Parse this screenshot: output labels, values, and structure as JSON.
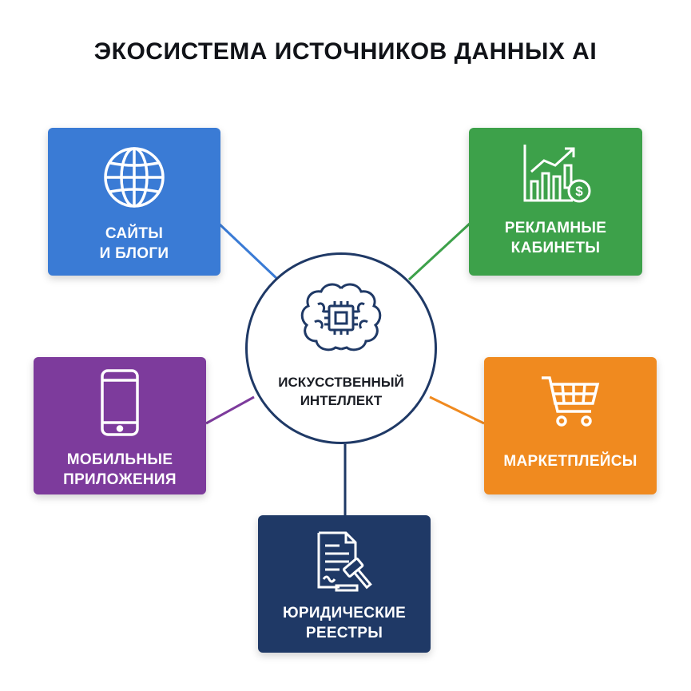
{
  "title": "ЭКОСИСТЕМА ИСТОЧНИКОВ ДАННЫХ AI",
  "hub": {
    "label": [
      "ИСКУССТВЕННЫЙ",
      "ИНТЕЛЛЕКТ"
    ],
    "icon": "brain-chip-icon"
  },
  "sources": {
    "sites": {
      "label": [
        "САЙТЫ",
        "И БЛОГИ"
      ],
      "icon": "globe-icon",
      "color": "#3a7bd5"
    },
    "ads": {
      "label": [
        "РЕКЛАМНЫЕ",
        "КАБИНЕТЫ"
      ],
      "icon": "growth-chart-dollar-icon",
      "color": "#3da14a"
    },
    "mobile": {
      "label": [
        "МОБИЛЬНЫЕ",
        "ПРИЛОЖЕНИЯ"
      ],
      "icon": "smartphone-icon",
      "color": "#7d3b9c"
    },
    "market": {
      "label": [
        "МАРКЕТПЛЕЙСЫ"
      ],
      "icon": "shopping-cart-icon",
      "color": "#f08a1f"
    },
    "legal": {
      "label": [
        "ЮРИДИЧЕСКИЕ",
        "РЕЕСТРЫ"
      ],
      "icon": "document-gavel-icon",
      "color": "#1f3966"
    }
  }
}
